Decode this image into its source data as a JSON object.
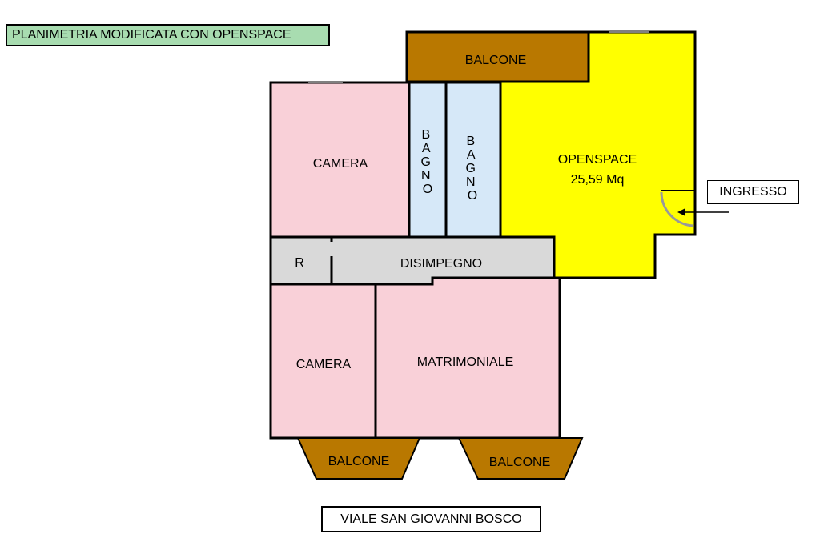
{
  "title": "PLANIMETRIA MODIFICATA CON OPENSPACE",
  "entrance_label": "INGRESSO",
  "street_label": "VIALE SAN GIOVANNI BOSCO",
  "rooms": {
    "balcone_top": "BALCONE",
    "camera_top": "CAMERA",
    "bagno_1": "BAGNO",
    "bagno_2": "BAGNO",
    "openspace_name": "OPENSPACE",
    "openspace_area": "25,59 Mq",
    "ripostiglio": "R",
    "disimpegno": "DISIMPEGNO",
    "camera_bottom": "CAMERA",
    "matrimoniale": "MATRIMONIALE",
    "balcone_left": "BALCONE",
    "balcone_right": "BALCONE"
  },
  "colors": {
    "bedroom": "#f9d0d8",
    "bathroom": "#d6e8f8",
    "openspace": "#ffff00",
    "hallway": "#d9d9d9",
    "balcony": "#b97800",
    "title_bg": "#a8dcb0",
    "door_arc": "#999999"
  }
}
